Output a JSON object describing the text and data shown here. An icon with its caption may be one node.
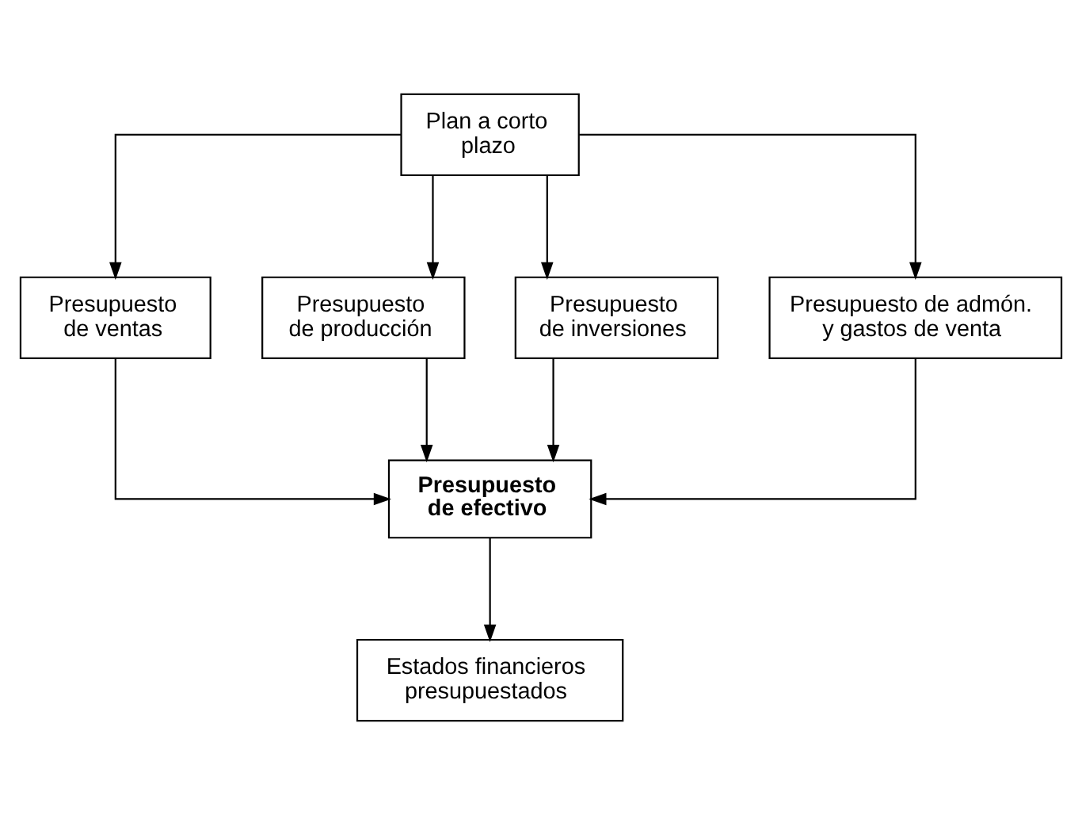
{
  "diagram": {
    "nodes": [
      {
        "text": [
          "Plan a corto plazo"
        ]
      },
      {
        "text": [
          "Presupuesto de ventas"
        ]
      },
      {
        "text": [
          "Presupuesto de producción"
        ]
      },
      {
        "text": [
          "Presupuesto de inversiones"
        ]
      },
      {
        "text": [
          "Presupuesto de admón. y gastos de venta"
        ]
      },
      {
        "text": [
          "Presupuesto de efectivo"
        ]
      },
      {
        "text": [
          "Estados financieros presupuestados"
        ]
      }
    ],
    "edges": [
      {
        "from": 0,
        "to": 1,
        "arrow": "to"
      },
      {
        "from": 0,
        "to": 2,
        "arrow": "to"
      },
      {
        "from": 0,
        "to": 3,
        "arrow": "to"
      },
      {
        "from": 0,
        "to": 4,
        "arrow": "to"
      },
      {
        "from": 1,
        "to": 5,
        "arrow": "to"
      },
      {
        "from": 2,
        "to": 5,
        "arrow": "to"
      },
      {
        "from": 3,
        "to": 5,
        "arrow": "to"
      },
      {
        "from": 4,
        "to": 5,
        "arrow": "to"
      },
      {
        "from": 5,
        "to": 6,
        "arrow": "to"
      }
    ]
  }
}
